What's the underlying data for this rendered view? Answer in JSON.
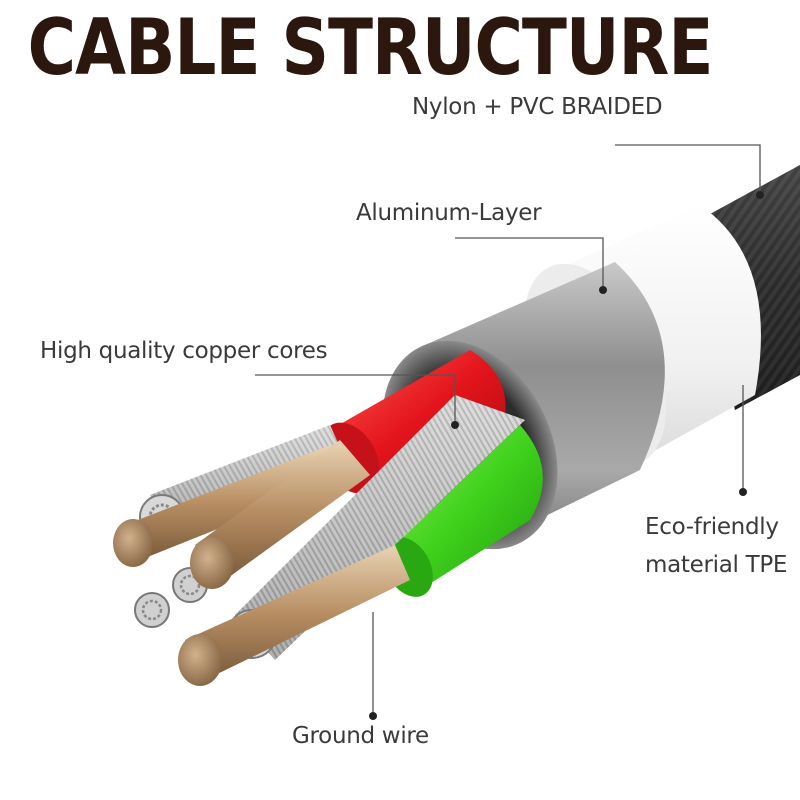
{
  "title": "CABLE STRUCTURE",
  "labels": {
    "nylon": "Nylon + PVC BRAIDED",
    "aluminum": "Aluminum-Layer",
    "copper": "High quality copper cores",
    "eco_line1": "Eco-friendly",
    "eco_line2": "material TPE",
    "ground": "Ground wire"
  },
  "colors": {
    "title": "#2b170d",
    "label_text": "#3a3a3a",
    "braid": "#2d2d2d",
    "tpe": "#f4f4f4",
    "aluminum": "#9a9a9a",
    "red_core": "#e3141b",
    "green_core": "#3fd11c",
    "copper": "#c7a27a"
  }
}
